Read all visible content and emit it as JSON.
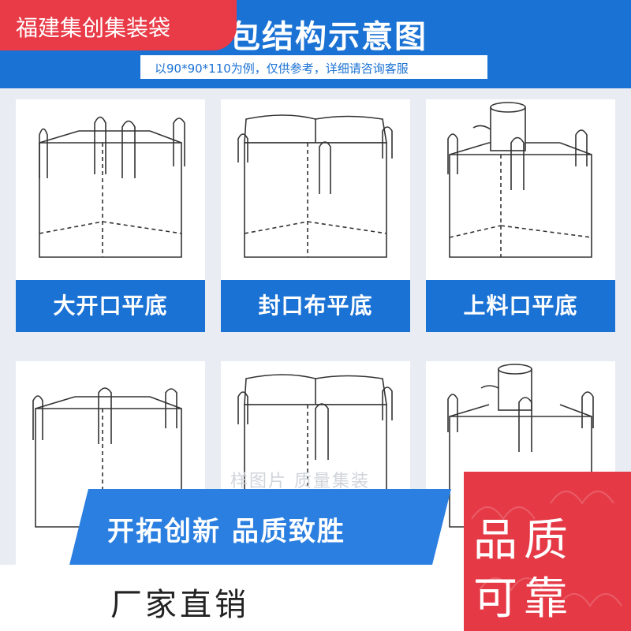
{
  "header": {
    "brand": "福建集创集装袋",
    "title": "包结构示意图",
    "subtitle": "以90*90*110为例，仅供参考，详细请咨询客服"
  },
  "cards": [
    {
      "label": "大开口平底",
      "icon": "open-top-bag-icon"
    },
    {
      "label": "封口布平底",
      "icon": "skirt-top-bag-icon"
    },
    {
      "label": "上料口平底",
      "icon": "spout-top-bag-icon"
    }
  ],
  "watermark": "样图片   质量集装",
  "banner": {
    "slogan": "开拓创新  品质致胜",
    "factory": "厂家直销",
    "badge_line1": "品质",
    "badge_line2": "可靠"
  },
  "colors": {
    "blue": "#1a72d4",
    "red": "#e53a46"
  }
}
